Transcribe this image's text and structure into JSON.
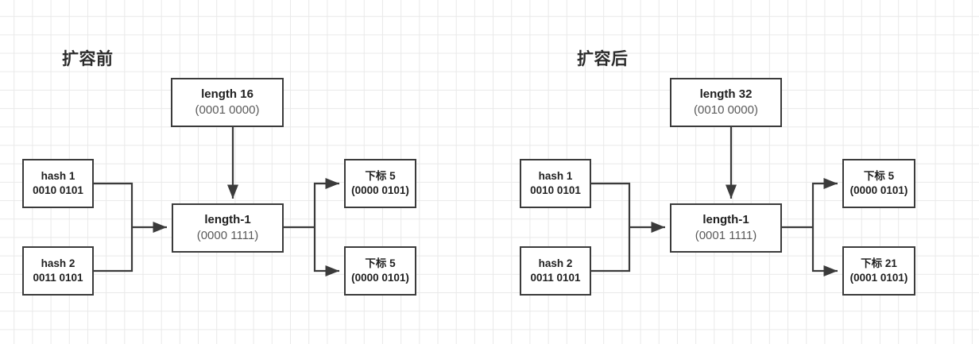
{
  "diagram": {
    "type": "flow-diagram",
    "background": "#ffffff",
    "grid_color": "#e9e9e9",
    "box_border_color": "#3b3b3b",
    "line_color": "#3b3b3b",
    "panels": [
      {
        "id": "before",
        "title": "扩容前",
        "length_box": {
          "line1": "length 16",
          "line2": "(0001 0000)"
        },
        "mask_box": {
          "line1": "length-1",
          "line2": "(0000 1111)"
        },
        "inputs": [
          {
            "line1": "hash 1",
            "line2": "0010 0101"
          },
          {
            "line1": "hash 2",
            "line2": "0011 0101"
          }
        ],
        "outputs": [
          {
            "line1": "下标 5",
            "line2": "(0000 0101)"
          },
          {
            "line1": "下标 5",
            "line2": "(0000 0101)"
          }
        ]
      },
      {
        "id": "after",
        "title": "扩容后",
        "length_box": {
          "line1": "length 32",
          "line2": "(0010 0000)"
        },
        "mask_box": {
          "line1": "length-1",
          "line2": "(0001 1111)"
        },
        "inputs": [
          {
            "line1": "hash 1",
            "line2": "0010 0101"
          },
          {
            "line1": "hash 2",
            "line2": "0011 0101"
          }
        ],
        "outputs": [
          {
            "line1": "下标 5",
            "line2": "(0000 0101)"
          },
          {
            "line1": "下标 21",
            "line2": "(0001 0101)"
          }
        ]
      }
    ]
  }
}
